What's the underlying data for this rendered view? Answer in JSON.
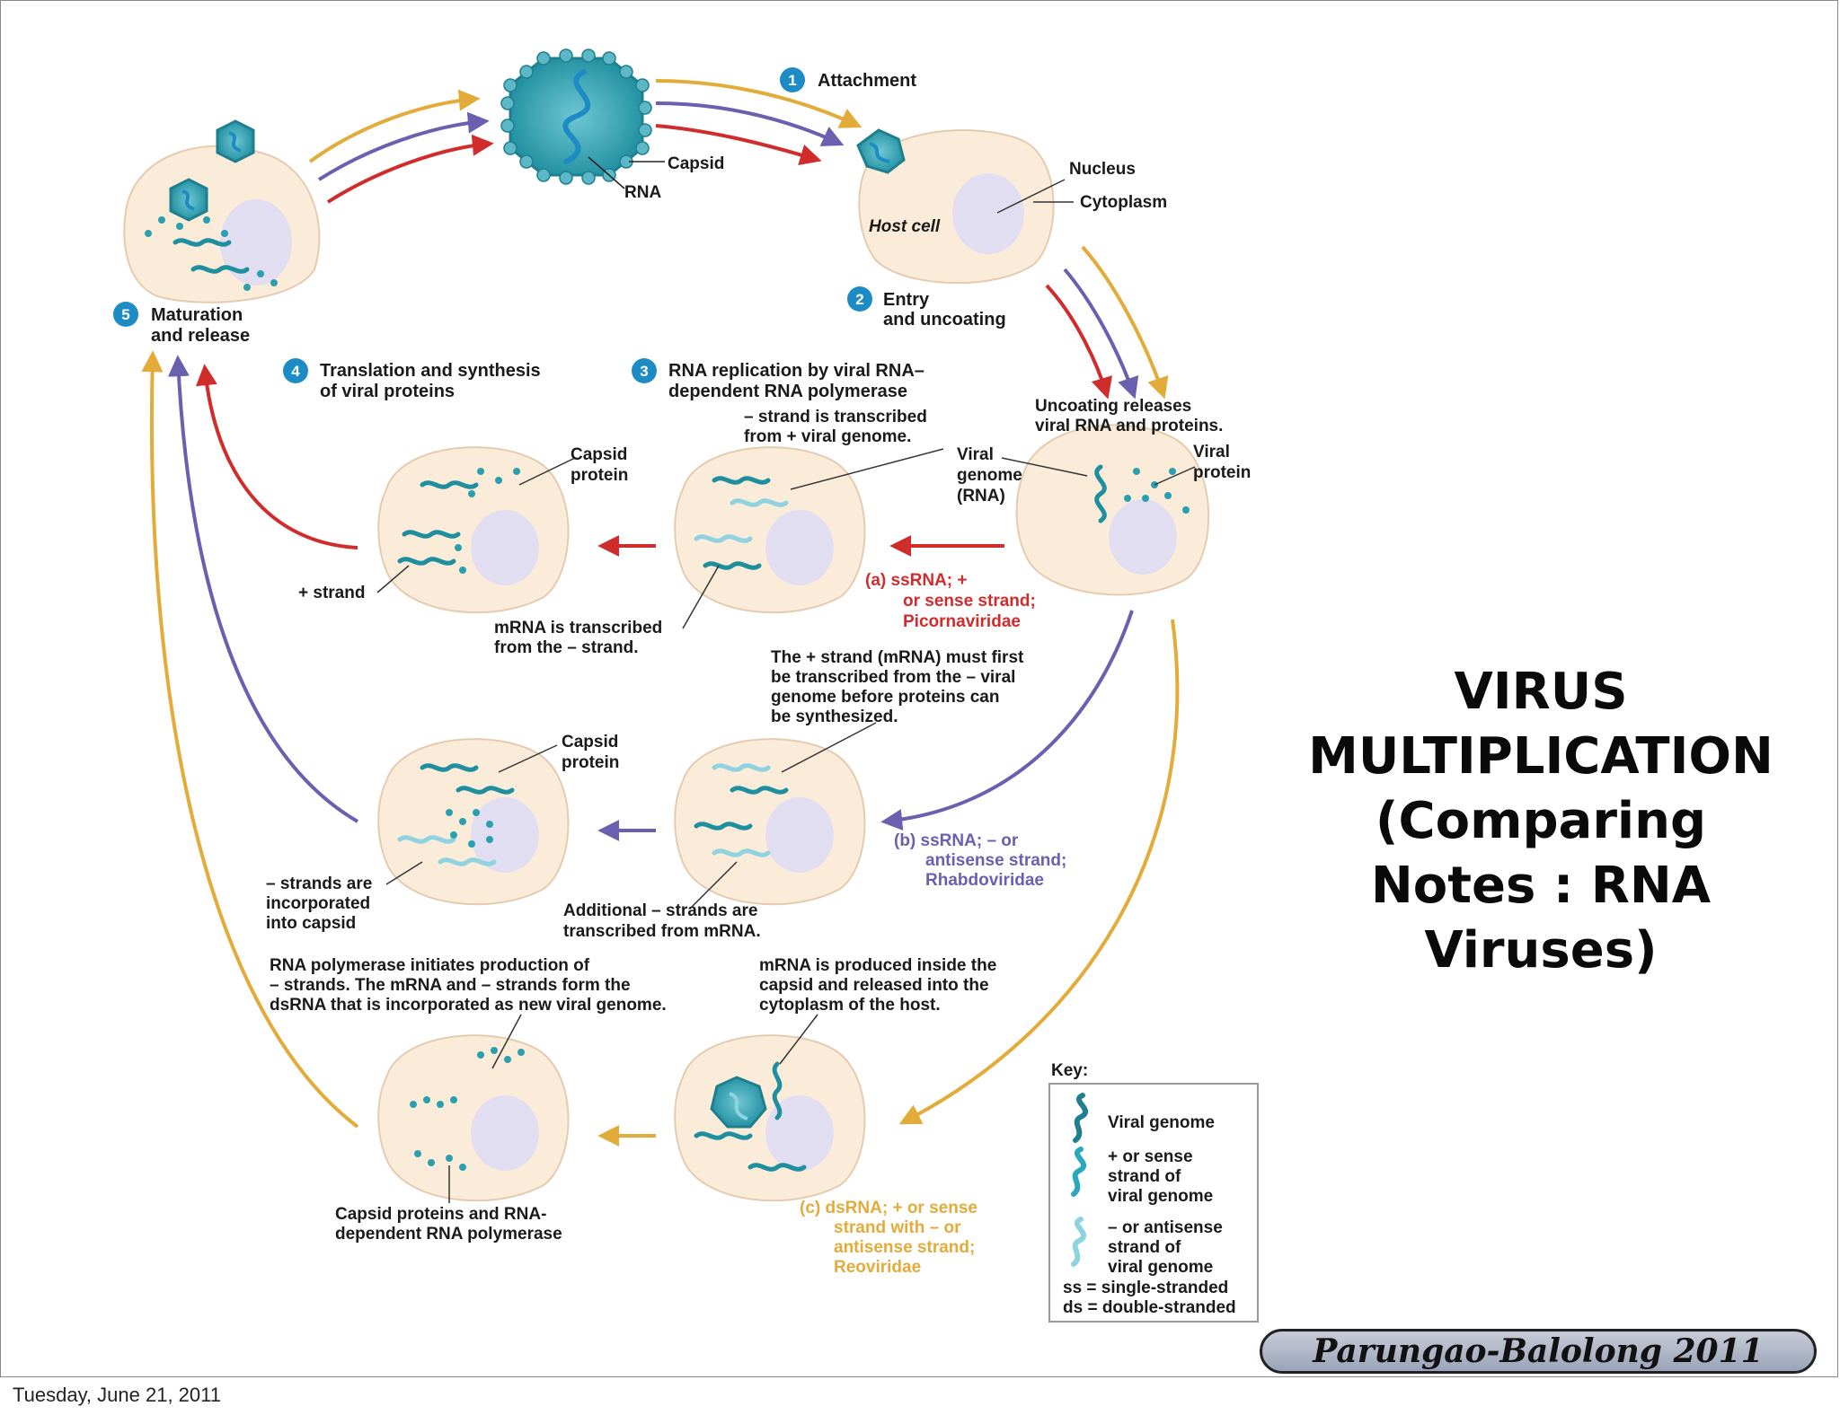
{
  "slide": {
    "title_lines": [
      "VIRUS",
      "MULTIPLICATION",
      "(Comparing",
      "Notes : RNA",
      "Viruses)"
    ],
    "credit": "Parungao-Balolong 2011",
    "date": "Tuesday, June 21, 2011"
  },
  "colors": {
    "red_path": "#d12c2c",
    "purple_path": "#6b5fb0",
    "yellow_path": "#e3ac3a",
    "cell_fill": "#fbecd9",
    "nucleus_fill": "#e2def2",
    "virus_teal": "#1f8fa0",
    "light_strand": "#8fd3e0"
  },
  "diagram": {
    "steps": [
      {
        "num": "1",
        "label_lines": [
          "Attachment"
        ]
      },
      {
        "num": "2",
        "label_lines": [
          "Entry",
          "and uncoating"
        ]
      },
      {
        "num": "3",
        "label_lines": [
          "RNA replication by viral RNA–",
          "dependent RNA polymerase"
        ]
      },
      {
        "num": "4",
        "label_lines": [
          "Translation and synthesis",
          "of viral proteins"
        ]
      },
      {
        "num": "5",
        "label_lines": [
          "Maturation",
          "and release"
        ]
      }
    ],
    "virion_labels": {
      "capsid": "Capsid",
      "rna": "RNA"
    },
    "host_labels": {
      "nucleus": "Nucleus",
      "cytoplasm": "Cytoplasm",
      "host_cell": "Host cell"
    },
    "uncoating": {
      "lines": [
        "Uncoating releases",
        "viral RNA and proteins."
      ],
      "viral_genome": [
        "Viral",
        "genome",
        "(RNA)"
      ],
      "viral_protein": [
        "Viral",
        "protein"
      ]
    },
    "row_a": {
      "minus_transcribed": [
        "– strand is transcribed",
        "from + viral genome."
      ],
      "capsid_protein": [
        "Capsid",
        "protein"
      ],
      "plus_strand": "+ strand",
      "mrna": [
        "mRNA is transcribed",
        "from the – strand."
      ],
      "type": [
        "(a) ssRNA; +",
        "or sense strand;",
        "Picornaviridae"
      ]
    },
    "row_b": {
      "plus_first": [
        "The + strand (mRNA) must first",
        "be transcribed from the – viral",
        "genome before proteins can",
        "be synthesized."
      ],
      "capsid_protein": [
        "Capsid",
        "protein"
      ],
      "minus_incorporated": [
        "– strands are",
        "incorporated",
        "into capsid"
      ],
      "additional": [
        "Additional – strands are",
        "transcribed from mRNA."
      ],
      "type": [
        "(b) ssRNA; – or",
        "antisense strand;",
        "Rhabdoviridae"
      ]
    },
    "row_c": {
      "polymerase": [
        "RNA polymerase initiates production of",
        "– strands. The mRNA and – strands form the",
        "dsRNA that is incorporated as new viral genome."
      ],
      "mrna_inside": [
        "mRNA is produced inside the",
        "capsid and released into the",
        "cytoplasm of the host."
      ],
      "capsid_proteins": [
        "Capsid proteins and RNA-",
        "dependent RNA polymerase"
      ],
      "type": [
        "(c) dsRNA; + or sense",
        "strand with – or",
        "antisense strand;",
        "Reoviridae"
      ]
    },
    "key": {
      "title": "Key:",
      "viral_genome": "Viral genome",
      "plus_sense": [
        "+ or sense",
        "strand of",
        "viral genome"
      ],
      "minus_sense": [
        "– or antisense",
        "strand of",
        "viral genome"
      ],
      "ss": "ss = single-stranded",
      "ds": "ds = double-stranded"
    }
  }
}
